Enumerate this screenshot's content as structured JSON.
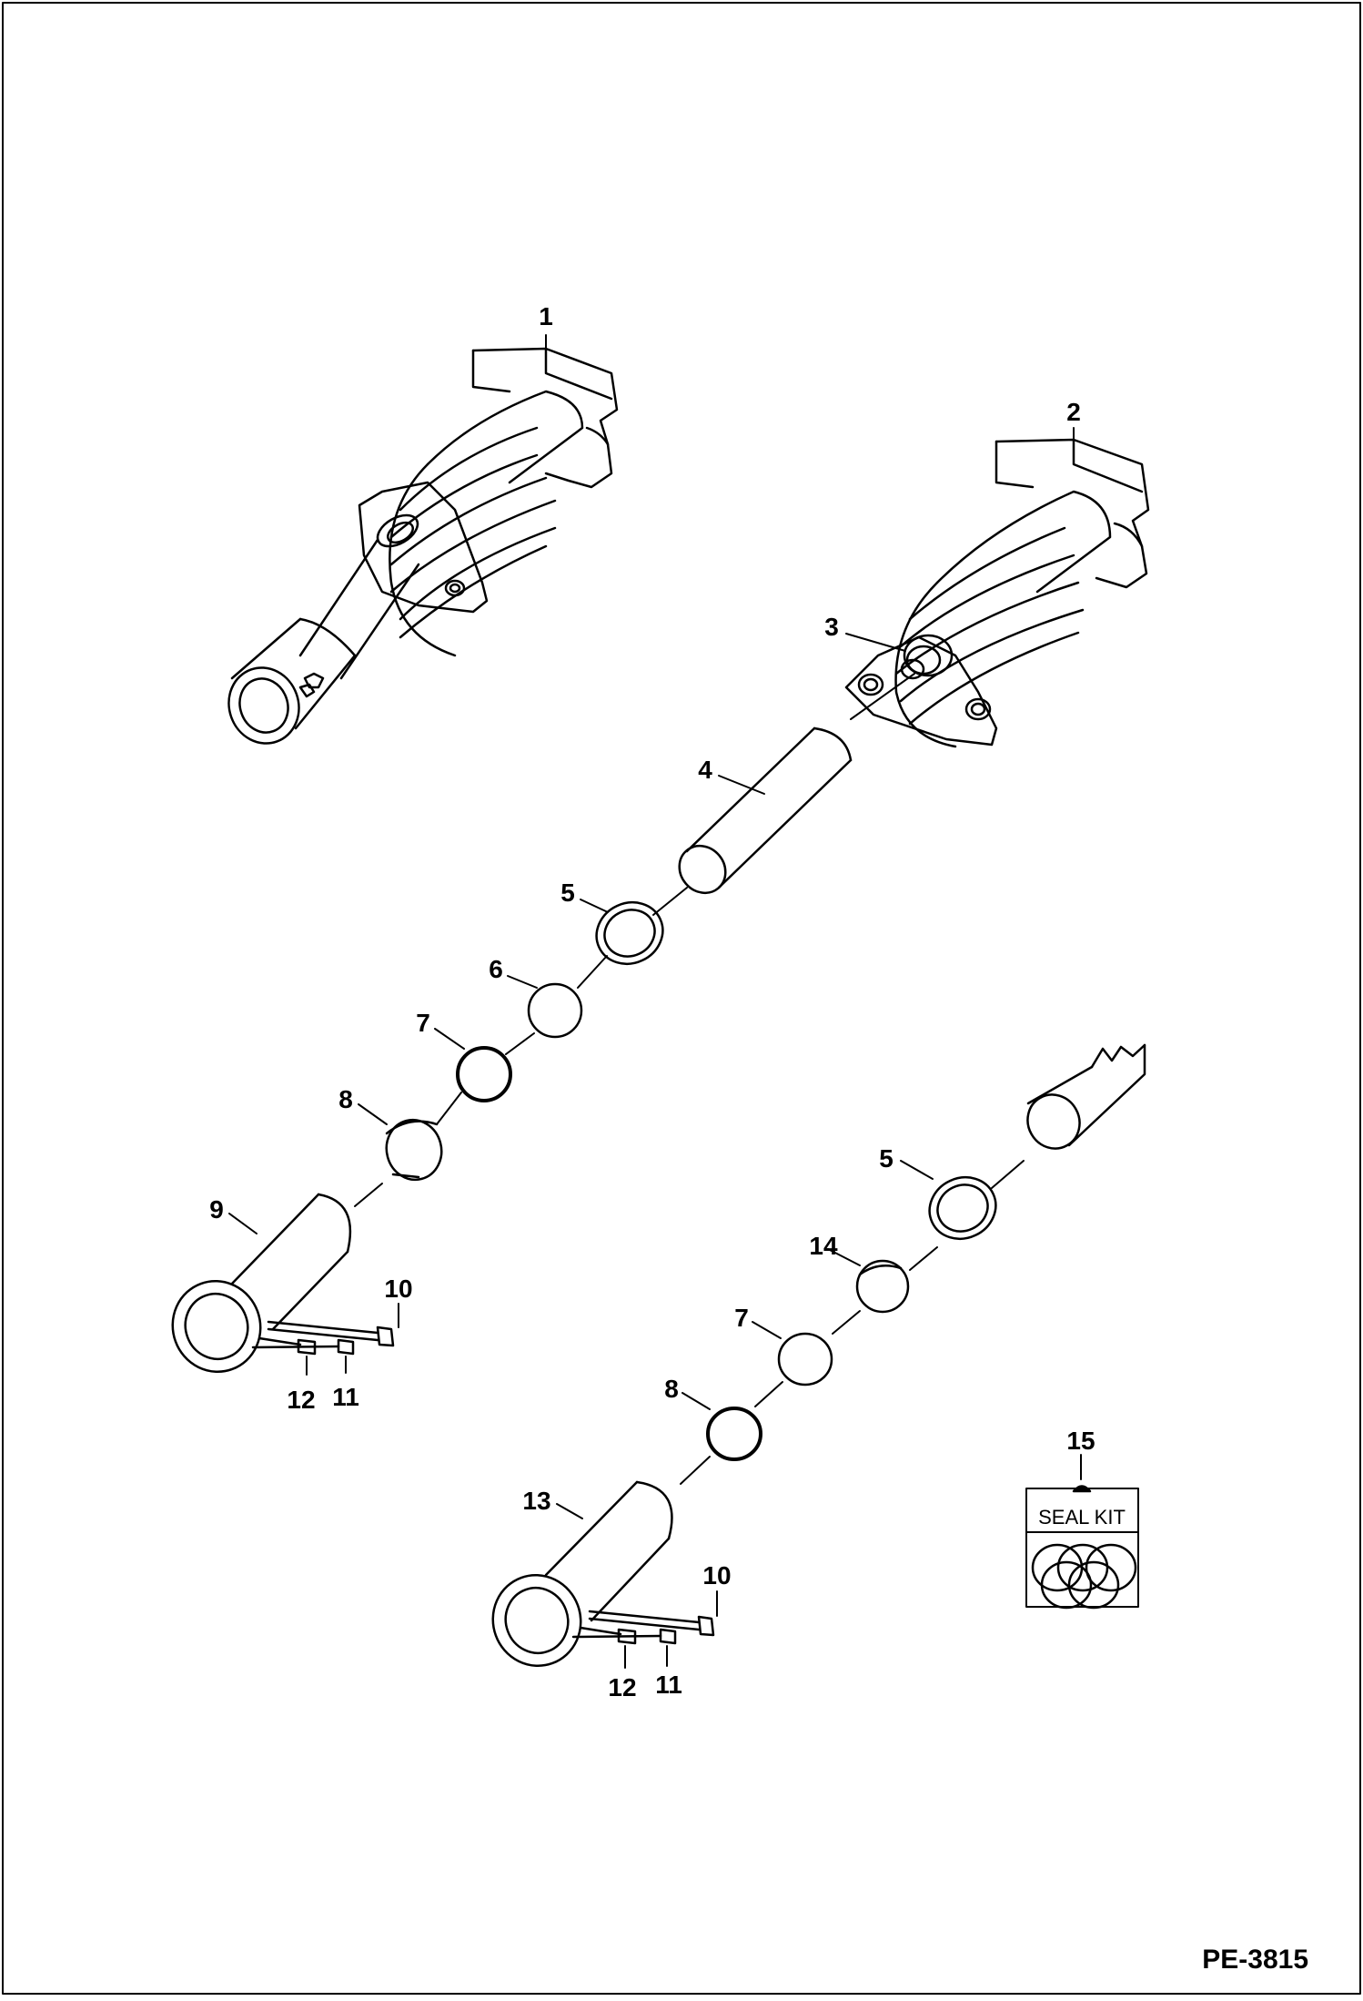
{
  "diagram_code": "PE-3815",
  "callouts": {
    "c1": "1",
    "c2": "2",
    "c3": "3",
    "c4": "4",
    "c5a": "5",
    "c6": "6",
    "c7a": "7",
    "c8a": "8",
    "c9": "9",
    "c10a": "10",
    "c11a": "11",
    "c12a": "12",
    "c5b": "5",
    "c14": "14",
    "c7b": "7",
    "c8b": "8",
    "c13": "13",
    "c10b": "10",
    "c11b": "11",
    "c12b": "12",
    "c15": "15"
  },
  "seal_kit": {
    "label": "SEAL KIT"
  }
}
